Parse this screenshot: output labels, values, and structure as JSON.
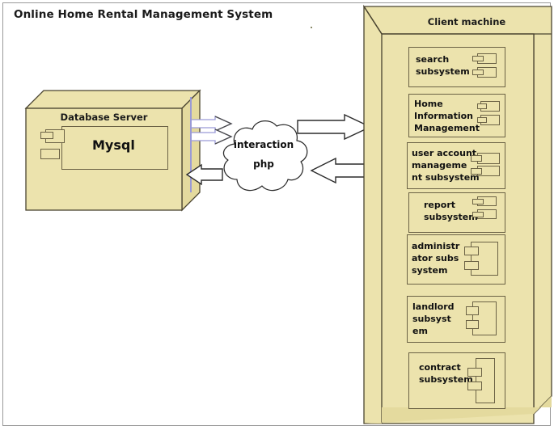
{
  "diagram": {
    "title": "Online Home Rental Management System",
    "type": "uml-deployment-diagram",
    "frame_border_color": "#9a9a9a",
    "background_color": "#ffffff",
    "node_fill_color": "#ece3ad",
    "node_stroke_color": "#6b6245",
    "arrow_blue_color": "#9a9ad6",
    "arrow_dark_color": "#3a3a3a"
  },
  "database_server": {
    "label": "Database Server",
    "component": {
      "label": "Mysql",
      "icon": "uml-component-icon"
    }
  },
  "cloud": {
    "line1": "interaction",
    "line2": "php",
    "icon": "cloud-shape"
  },
  "client_machine": {
    "label": "Client machine",
    "components": [
      {
        "label": "search\nsubsystem",
        "icon": "uml-component-icon",
        "icon_side": "right"
      },
      {
        "label": "Home\nInformation\nManagement",
        "icon": "uml-component-icon",
        "icon_side": "right"
      },
      {
        "label": "user account\nmanageme\nnt subsystem",
        "icon": "uml-component-icon",
        "icon_side": "right"
      },
      {
        "label": "report\nsubsystem",
        "icon": "uml-component-icon",
        "icon_side": "right"
      },
      {
        "label": "administr\nator subs\nsystem",
        "icon": "uml-component-icon",
        "icon_side": "right"
      },
      {
        "label": "landlord\nsubsyst\nem",
        "icon": "uml-component-icon",
        "icon_side": "right"
      },
      {
        "label": "contract\nsubsystem",
        "icon": "uml-component-icon",
        "icon_side": "right"
      }
    ]
  },
  "connections": [
    {
      "name": "db-to-cloud-upper",
      "direction": "right",
      "style": "blue-block-arrow"
    },
    {
      "name": "db-to-cloud-lower",
      "direction": "right",
      "style": "blue-block-arrow"
    },
    {
      "name": "cloud-to-db",
      "direction": "left",
      "style": "white-block-arrow"
    },
    {
      "name": "cloud-to-client",
      "direction": "right",
      "style": "white-block-arrow"
    },
    {
      "name": "client-to-cloud",
      "direction": "left",
      "style": "white-block-arrow"
    }
  ]
}
